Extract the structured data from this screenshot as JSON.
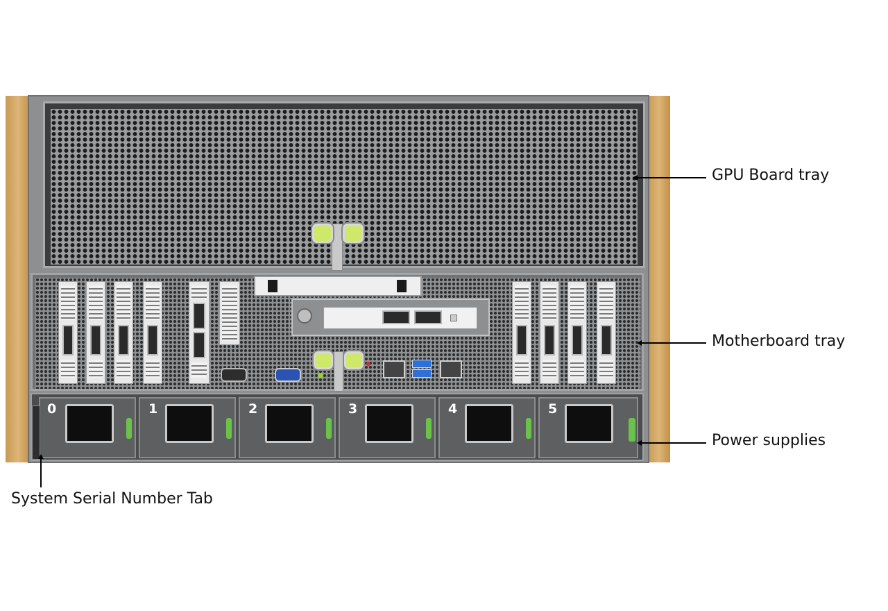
{
  "callouts": {
    "gpu_board_tray": "GPU Board tray",
    "motherboard_tray": "Motherboard tray",
    "power_supplies": "Power supplies",
    "serial_tab": "System Serial Number Tab"
  },
  "psu_labels": [
    "0",
    "1",
    "2",
    "3",
    "4",
    "5"
  ],
  "colors": {
    "rack_rail": "#d4a868",
    "handle_accent": "#cfe86a",
    "psu_latch": "#6bc24a",
    "label_text": "#111111"
  },
  "icons": [
    "pcie-slot-icon",
    "sfp-port-icon",
    "vga-port-icon",
    "rj45-port-icon",
    "usb-port-icon",
    "power-inlet-icon"
  ]
}
